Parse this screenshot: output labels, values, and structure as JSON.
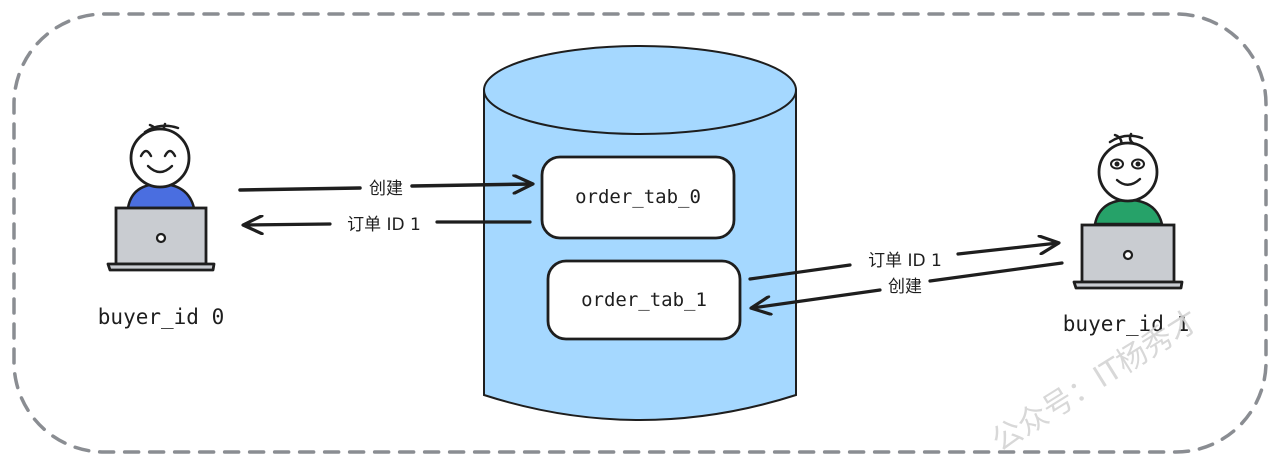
{
  "colors": {
    "frame": "#8a8d92",
    "database_fill": "#a5d8ff",
    "ink": "#1e1e1e",
    "buyer0_shirt": "#4a6ee0",
    "buyer1_shirt": "#26a269",
    "laptop": "#c9ccd1",
    "table_fill": "#ffffff"
  },
  "buyers": [
    {
      "id": "buyer0",
      "label": "buyer_id 0",
      "face": "happy-closed-eyes"
    },
    {
      "id": "buyer1",
      "label": "buyer_id 1",
      "face": "open-eyes"
    }
  ],
  "database": {
    "tables": [
      {
        "label": "order_tab_0"
      },
      {
        "label": "order_tab_1"
      }
    ]
  },
  "arrows": [
    {
      "from": "buyer_id 0",
      "to": "order_tab_0",
      "label": "创建"
    },
    {
      "from": "order_tab_0",
      "to": "buyer_id 0",
      "label": "订单 ID 1"
    },
    {
      "from": "order_tab_1",
      "to": "buyer_id 1",
      "label": "订单 ID 1"
    },
    {
      "from": "buyer_id 1",
      "to": "order_tab_1",
      "label": "创建"
    }
  ],
  "watermark": "公众号：IT杨秀才"
}
